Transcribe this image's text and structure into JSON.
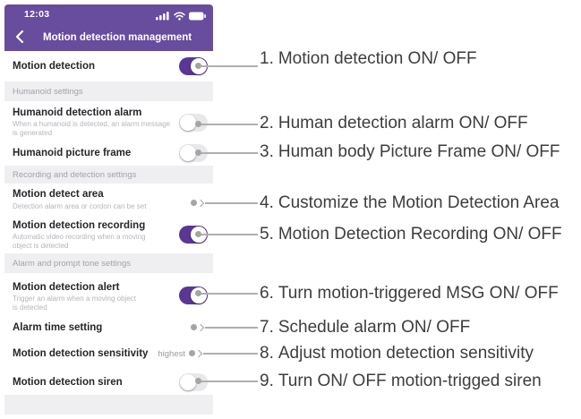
{
  "colors": {
    "header_purple": "#684C9D",
    "toggle_on_purple": "#5A3795",
    "section_bar_gray": "#EFEFF2",
    "annotation_line_gray": "#AFAFAF"
  },
  "phone": {
    "status_bar": {
      "time": "12:03",
      "icons": [
        "cellular-signal-icon",
        "wifi-icon",
        "battery-icon"
      ]
    },
    "nav": {
      "back_icon": "back-chevron-icon",
      "title": "Motion detection management"
    },
    "section_headers": [
      "Humanoid settings",
      "Recording and detection settings",
      "Alarm and prompt tone settings"
    ],
    "rows": [
      {
        "title": "Motion detection",
        "control": "toggle",
        "state": "on"
      },
      {
        "title": "Humanoid detection alarm",
        "subtitle": "When a humanoid is detected, an alarm message\nis generated",
        "control": "toggle",
        "state": "off"
      },
      {
        "title": "Humanoid picture frame",
        "control": "toggle",
        "state": "off"
      },
      {
        "title": "Motion detect area",
        "subtitle": "Detection alarm area or cordon can be set",
        "control": "chevron"
      },
      {
        "title": "Motion detection recording",
        "subtitle": "Automatic video recording when a moving\nobject is detected",
        "control": "toggle",
        "state": "on"
      },
      {
        "title": "Motion detection alert",
        "subtitle": "Trigger an alarm when a moving object\nis detected",
        "control": "toggle",
        "state": "on"
      },
      {
        "title": "Alarm time setting",
        "control": "chevron"
      },
      {
        "title": "Motion detection sensitivity",
        "value": "highest",
        "control": "chevron"
      },
      {
        "title": "Motion detection siren",
        "control": "toggle",
        "state": "off"
      }
    ]
  },
  "annotations": [
    {
      "num": "1.",
      "text": "Motion detection ON/ OFF"
    },
    {
      "num": "2.",
      "text": "Human detection alarm ON/ OFF"
    },
    {
      "num": "3.",
      "text": "Human body Picture Frame ON/ OFF"
    },
    {
      "num": "4.",
      "text": "Customize the Motion Detection Area"
    },
    {
      "num": "5.",
      "text": "Motion Detection Recording ON/ OFF"
    },
    {
      "num": "6.",
      "text": "Turn motion-triggered MSG ON/ OFF"
    },
    {
      "num": "7.",
      "text": "Schedule alarm ON/ OFF"
    },
    {
      "num": "8.",
      "text": "Adjust motion detection sensitivity"
    },
    {
      "num": "9.",
      "text": "Turn ON/ OFF motion-trigged siren"
    }
  ]
}
